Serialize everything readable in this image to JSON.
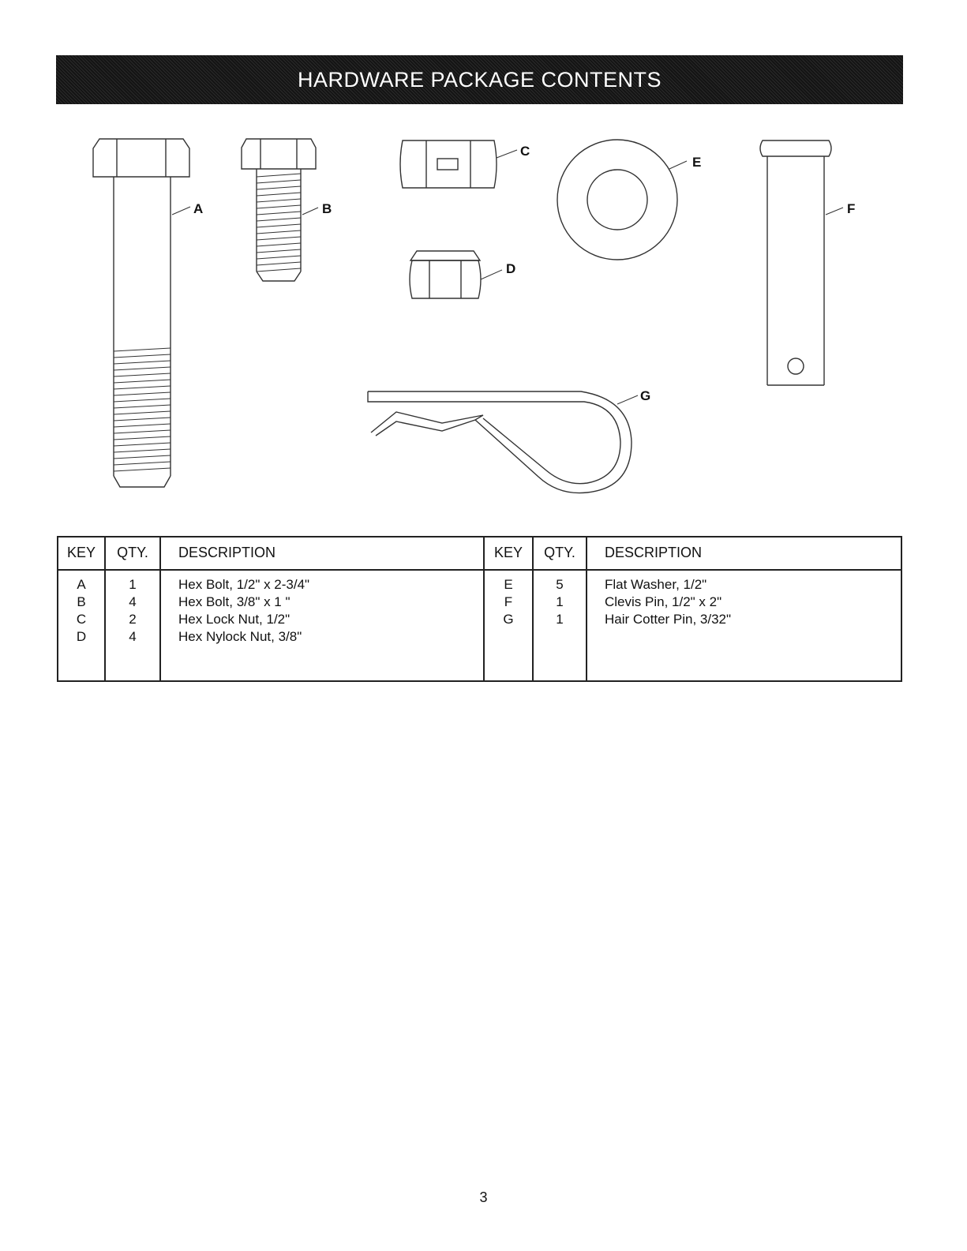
{
  "header": {
    "title": "HARDWARE PACKAGE CONTENTS"
  },
  "callouts": {
    "a": "A",
    "b": "B",
    "c": "C",
    "d": "D",
    "e": "E",
    "f": "F",
    "g": "G"
  },
  "table": {
    "headers": {
      "key": "KEY",
      "qty": "QTY.",
      "description": "DESCRIPTION"
    },
    "left_rows": [
      {
        "key": "A",
        "qty": "1",
        "description": "Hex Bolt, 1/2\" x 2-3/4\""
      },
      {
        "key": "B",
        "qty": "4",
        "description": "Hex Bolt, 3/8\" x 1 \""
      },
      {
        "key": "C",
        "qty": "2",
        "description": "Hex Lock Nut, 1/2\""
      },
      {
        "key": "D",
        "qty": "4",
        "description": "Hex Nylock Nut, 3/8\""
      }
    ],
    "right_rows": [
      {
        "key": "E",
        "qty": "5",
        "description": "Flat Washer, 1/2\""
      },
      {
        "key": "F",
        "qty": "1",
        "description": "Clevis Pin, 1/2\" x 2\""
      },
      {
        "key": "G",
        "qty": "1",
        "description": "Hair Cotter Pin, 3/32\""
      }
    ]
  },
  "footer": {
    "page_number": "3"
  }
}
